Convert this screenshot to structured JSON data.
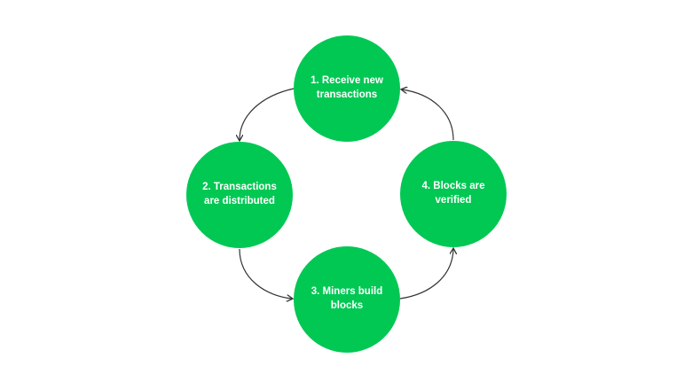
{
  "diagram": {
    "type": "cycle",
    "node_color": "#00c853",
    "arrow_color": "#333333",
    "text_color": "#ffffff",
    "background": "#ffffff",
    "steps": [
      {
        "label": "1. Receive new\ntransactions"
      },
      {
        "label": "2. Transactions\nare distributed"
      },
      {
        "label": "3. Miners build\nblocks"
      },
      {
        "label": "4. Blocks are\nverified"
      }
    ],
    "edges": [
      {
        "from": 1,
        "to": 2
      },
      {
        "from": 2,
        "to": 3
      },
      {
        "from": 3,
        "to": 4
      },
      {
        "from": 4,
        "to": 1
      }
    ]
  }
}
